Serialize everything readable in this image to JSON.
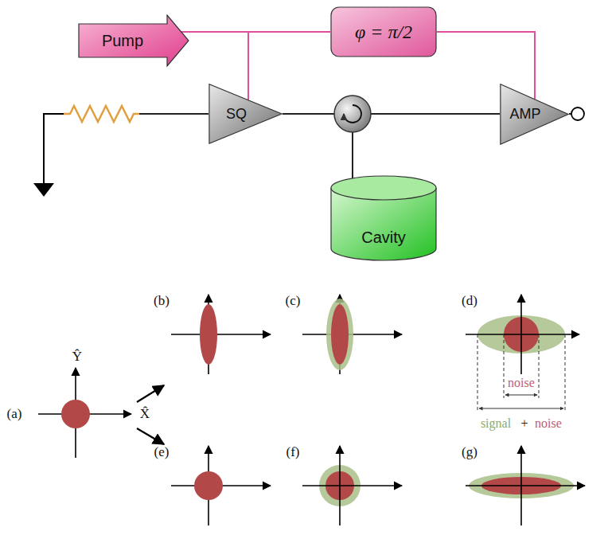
{
  "diagram": {
    "nodes": [
      {
        "text": [
          "Pump"
        ]
      },
      {
        "text": [
          "φ = π/2"
        ]
      },
      {
        "text": [
          "SQ"
        ]
      },
      {
        "text": [
          "AMP"
        ]
      },
      {
        "text": [
          "Cavity"
        ]
      }
    ],
    "edges": [
      {
        "from": 0,
        "to": 2,
        "arrow": "none"
      },
      {
        "from": 0,
        "to": 1,
        "arrow": "none"
      },
      {
        "from": 1,
        "to": 3,
        "arrow": "none"
      }
    ],
    "labels": [
      "(a)",
      "Ŷ",
      "X̂",
      "(b)",
      "(c)",
      "(d)",
      "noise",
      "signal",
      "+",
      "noise",
      "(e)",
      "(f)",
      "(g)"
    ]
  }
}
